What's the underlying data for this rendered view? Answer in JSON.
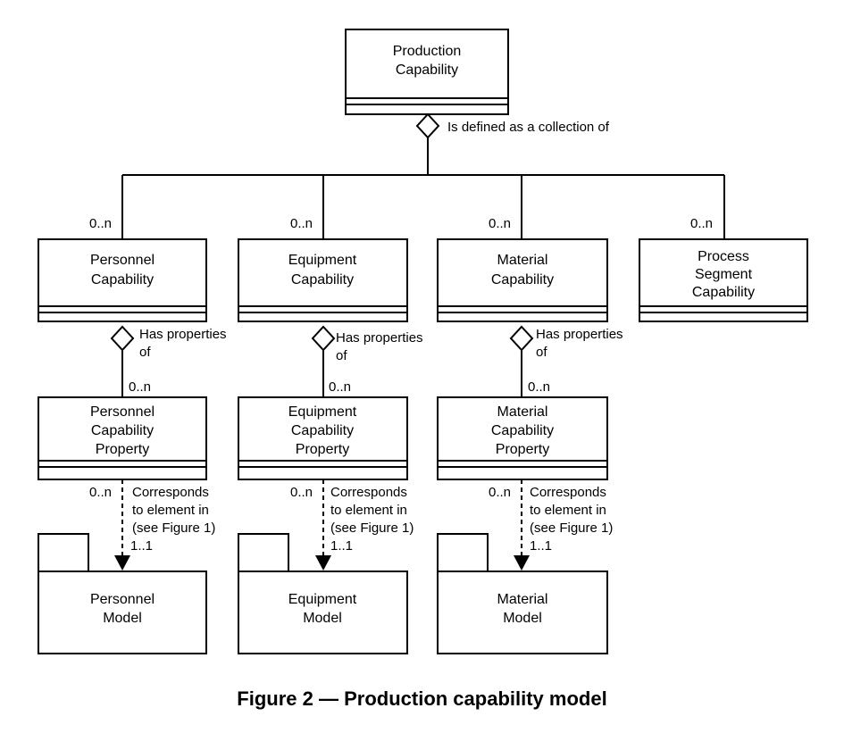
{
  "diagram": {
    "root": {
      "title": [
        "Production",
        "Capability"
      ],
      "relation_label": "Is defined as a collection of"
    },
    "columns": [
      {
        "multiplicity": "0..n",
        "capability": [
          "Personnel",
          "Capability"
        ],
        "has_properties": [
          "Has properties",
          "of"
        ],
        "prop_multiplicity": "0..n",
        "property": [
          "Personnel",
          "Capability",
          "Property"
        ],
        "corr_multiplicity": "0..n",
        "corresponds": [
          "Corresponds",
          "to element in",
          "(see Figure 1)"
        ],
        "model_multiplicity": "1..1",
        "model": [
          "Personnel",
          "Model"
        ]
      },
      {
        "multiplicity": "0..n",
        "capability": [
          "Equipment",
          "Capability"
        ],
        "has_properties": [
          "Has properties",
          "of"
        ],
        "prop_multiplicity": "0..n",
        "property": [
          "Equipment",
          "Capability",
          "Property"
        ],
        "corr_multiplicity": "0..n",
        "corresponds": [
          "Corresponds",
          "to element in",
          "(see Figure 1)"
        ],
        "model_multiplicity": "1..1",
        "model": [
          "Equipment",
          "Model"
        ]
      },
      {
        "multiplicity": "0..n",
        "capability": [
          "Material",
          "Capability"
        ],
        "has_properties": [
          "Has properties",
          "of"
        ],
        "prop_multiplicity": "0..n",
        "property": [
          "Material",
          "Capability",
          "Property"
        ],
        "corr_multiplicity": "0..n",
        "corresponds": [
          "Corresponds",
          "to element in",
          "(see Figure 1)"
        ],
        "model_multiplicity": "1..1",
        "model": [
          "Material",
          "Model"
        ]
      },
      {
        "multiplicity": "0..n",
        "capability": [
          "Process",
          "Segment",
          "Capability"
        ]
      }
    ]
  },
  "caption": "Figure  2 — Production capability model"
}
